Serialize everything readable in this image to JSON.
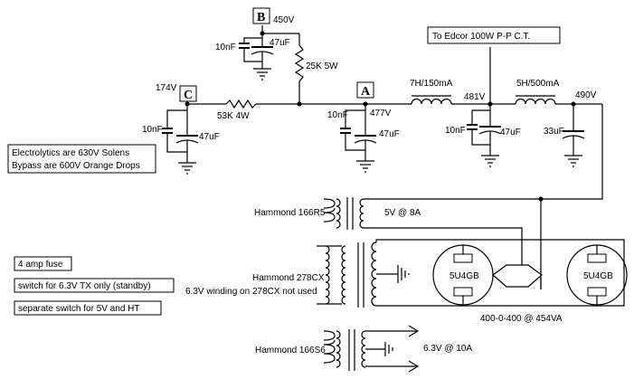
{
  "nodes": {
    "A": {
      "letter": "A",
      "voltage": "477V"
    },
    "B": {
      "letter": "B",
      "voltage": "450V"
    },
    "C": {
      "letter": "C",
      "voltage": "174V"
    }
  },
  "voltages": {
    "v481": "481V",
    "v490": "490V"
  },
  "components": {
    "b_cap_film": "10nF",
    "b_cap_elec": "47uF",
    "b_resistor": "25K 5W",
    "c_resistor": "53K 4W",
    "c_cap_film": "10nF",
    "c_cap_elec": "47uF",
    "a_cap_film": "10nF",
    "a_cap_elec": "47uF",
    "choke1": "7H/150mA",
    "choke2": "5H/500mA",
    "cap481_film": "10nF",
    "cap481_elec": "47uF",
    "cap490_elec": "33uF"
  },
  "notes": {
    "edcor": "To Edcor 100W P-P C.T.",
    "electrolytics": "Electrolytics are 630V Solens",
    "bypass": "Bypass are 600V Orange Drops",
    "fuse": "4 amp fuse",
    "switch1": "switch for 6.3V TX only (standby)",
    "switch2": "separate switch for 5V and HT"
  },
  "transformers": {
    "t1_name": "Hammond 166R5",
    "t1_sec": "5V @ 8A",
    "t2_name": "Hammond 278CX",
    "t2_note": "6.3V winding on 278CX not used",
    "t2_sec": "400-0-400 @ 454VA",
    "t3_name": "Hammond 166S6",
    "t3_sec": "6.3V @ 10A"
  },
  "tubes": {
    "tube1": "5U4GB",
    "tube2": "5U4GB"
  }
}
